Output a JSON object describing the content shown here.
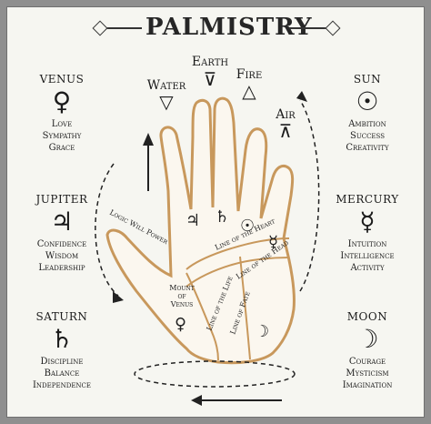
{
  "title": "PALMISTRY",
  "elements": {
    "water": {
      "label": "Water",
      "symbol": "▽"
    },
    "earth": {
      "label": "Earth",
      "symbol": "⊽"
    },
    "fire": {
      "label": "Fire",
      "symbol": "△"
    },
    "air": {
      "label": "Air",
      "symbol": "⊼"
    }
  },
  "planets": {
    "venus": {
      "name": "VENUS",
      "symbol": "♀",
      "keywords": [
        "Love",
        "Sympathy",
        "Grace"
      ]
    },
    "jupiter": {
      "name": "JUPITER",
      "symbol": "♃",
      "keywords": [
        "Confidence",
        "Wisdom",
        "Leadership"
      ]
    },
    "saturn": {
      "name": "SATURN",
      "symbol": "♄",
      "keywords": [
        "Discipline",
        "Balance",
        "Independence"
      ]
    },
    "sun": {
      "name": "SUN",
      "symbol": "☉",
      "keywords": [
        "Ambition",
        "Success",
        "Creativity"
      ]
    },
    "mercury": {
      "name": "MERCURY",
      "symbol": "☿",
      "keywords": [
        "Intuition",
        "Intelligence",
        "Activity"
      ]
    },
    "moon": {
      "name": "MOON",
      "symbol": "☽",
      "keywords": [
        "Courage",
        "Mysticism",
        "Imagination"
      ]
    }
  },
  "palm": {
    "logic_will_power": "Logic Will Power",
    "line_of_heart": "Line of the Heart",
    "line_of_head": "Line of the Head",
    "line_of_life": "Line of the Life",
    "line_of_fate": "Line of Fate",
    "mount_of_venus": [
      "Mount",
      "of",
      "Venus"
    ],
    "symbols": {
      "jupiter": "♃",
      "saturn": "♄",
      "sun": "☉",
      "mercury": "☿",
      "venus": "♀",
      "moon": "☽"
    }
  },
  "colors": {
    "hand_outline": "#c8985c",
    "ink": "#222222",
    "background": "#f6f6f1",
    "frame": "#8f8f8f"
  }
}
